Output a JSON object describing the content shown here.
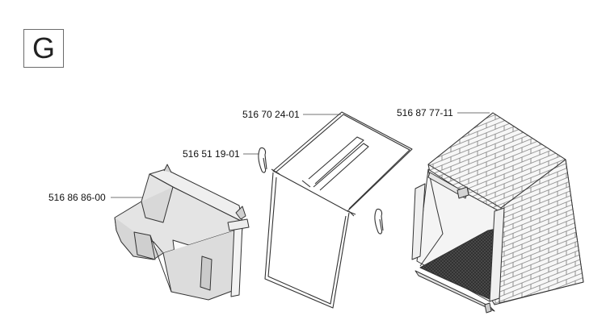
{
  "section": {
    "letter": "G"
  },
  "parts": [
    {
      "id": "grass-chute",
      "number": "516 86 86-00"
    },
    {
      "id": "hair-pin-clip",
      "number": "516 51 19-01"
    },
    {
      "id": "bag-frame",
      "number": "516 70 24-01"
    },
    {
      "id": "grass-bag",
      "number": "516 87 77-11"
    }
  ]
}
